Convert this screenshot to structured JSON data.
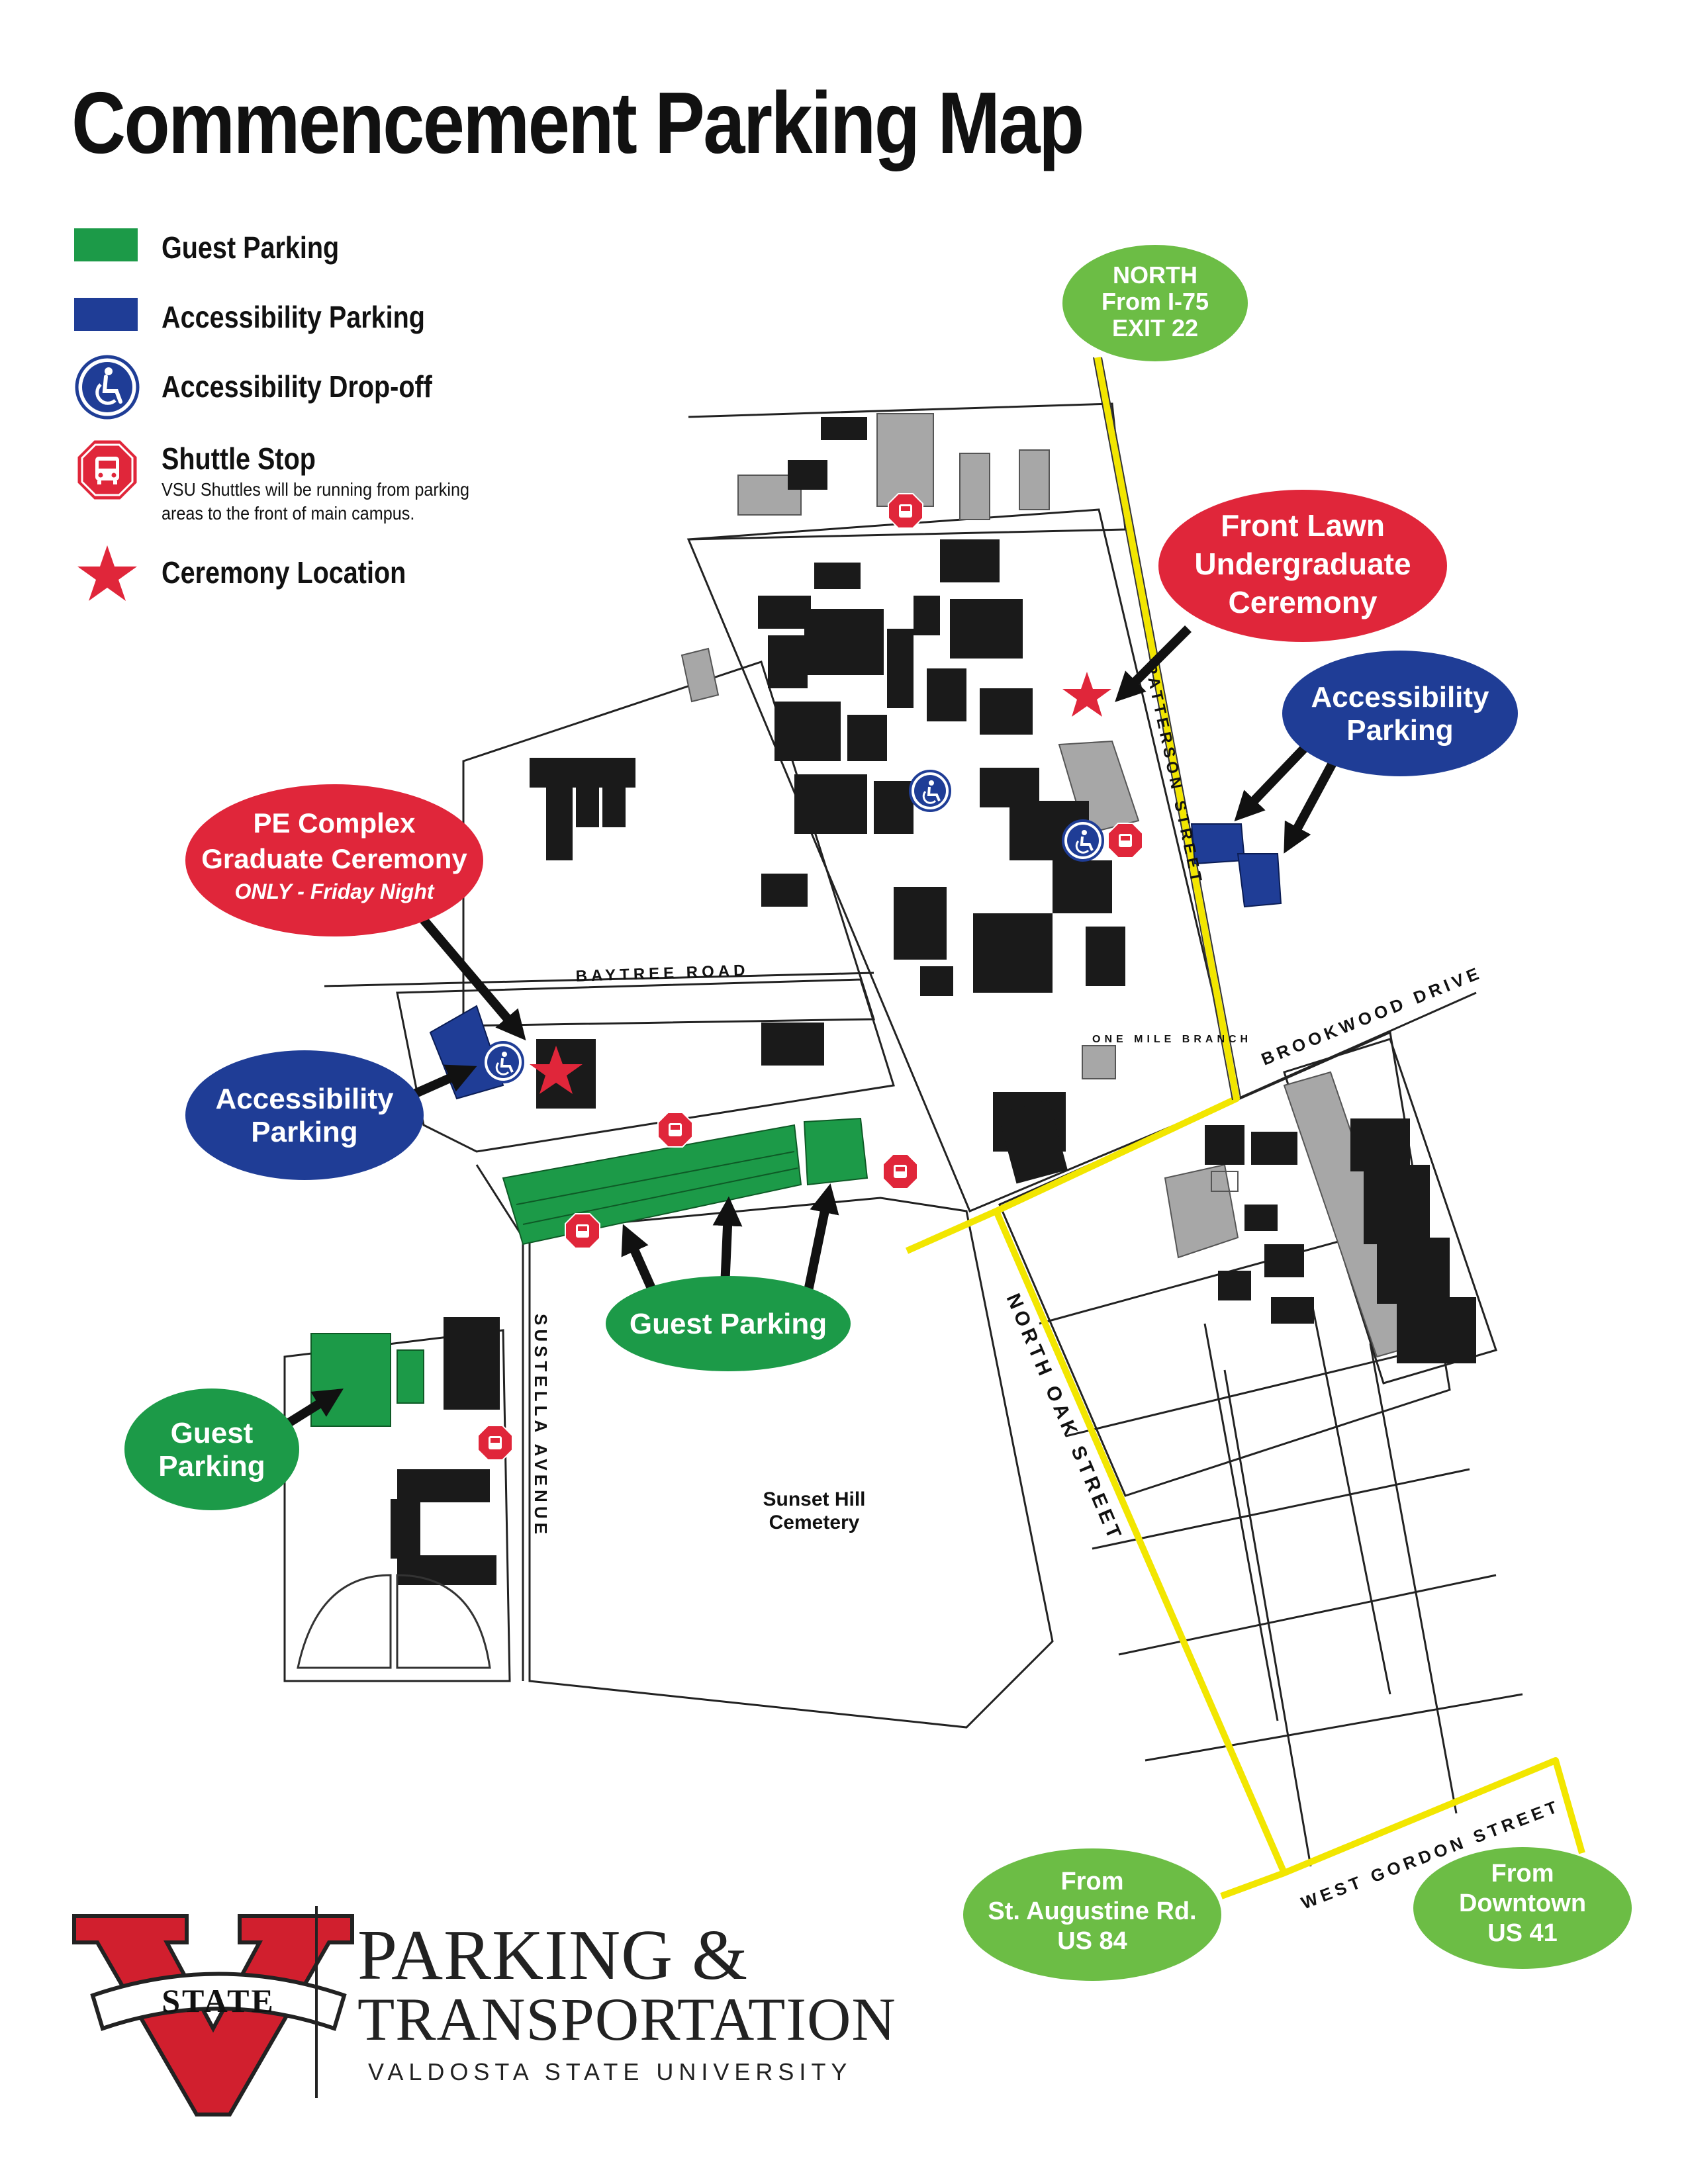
{
  "title": "Commencement Parking Map",
  "legend": [
    {
      "label": "Guest Parking",
      "kind": "swatch",
      "color": "#1c9a48"
    },
    {
      "label": "Accessibility Parking",
      "kind": "swatch",
      "color": "#1f3d96"
    },
    {
      "label": "Accessibility Drop-off",
      "kind": "icon",
      "icon": "wheelchair-icon"
    },
    {
      "label": "Shuttle Stop",
      "kind": "icon",
      "icon": "shuttle-stop-icon",
      "note": "VSU Shuttles will be running from parking areas to the front of main campus."
    },
    {
      "label": "Ceremony Location",
      "kind": "icon",
      "icon": "star-icon"
    }
  ],
  "colors": {
    "guest": "#1c9a48",
    "accessibility": "#1f3d96",
    "ceremony_red": "#e0263a",
    "route_yellow": "#f2e600",
    "direction_green": "#6cbd45",
    "building": "#1a1a1a",
    "lot_gray": "#a7a7a7"
  },
  "directions": {
    "north": [
      "NORTH",
      "From I-75",
      "EXIT 22"
    ],
    "st_augustine": [
      "From",
      "St. Augustine Rd.",
      "US 84"
    ],
    "downtown": [
      "From",
      "Downtown",
      "US 41"
    ]
  },
  "callouts": {
    "front_lawn": [
      "Front Lawn",
      "Undergraduate",
      "Ceremony"
    ],
    "pe_complex": [
      "PE Complex",
      "Graduate Ceremony",
      "ONLY - Friday Night"
    ],
    "access_east": [
      "Accessibility",
      "Parking"
    ],
    "access_west": [
      "Accessibility",
      "Parking"
    ],
    "guest_main": "Guest Parking",
    "guest_west": [
      "Guest",
      "Parking"
    ]
  },
  "streets": {
    "patterson": "PATTERSON STREET",
    "baytree": "BAYTREE ROAD",
    "brookwood": "BROOKWOOD DRIVE",
    "one_mile": "ONE MILE BRANCH",
    "north_oak": "NORTH OAK STREET",
    "sustella": "SUSTELLA AVENUE",
    "west_gordon": "WEST GORDON STREET"
  },
  "landmarks": {
    "cemetery": [
      "Sunset Hill",
      "Cemetery"
    ]
  },
  "footer": {
    "logo_text": "STATE",
    "logo_letter": "V",
    "line1": "PARKING &",
    "line2": "TRANSPORTATION",
    "line3": "VALDOSTA STATE UNIVERSITY"
  }
}
